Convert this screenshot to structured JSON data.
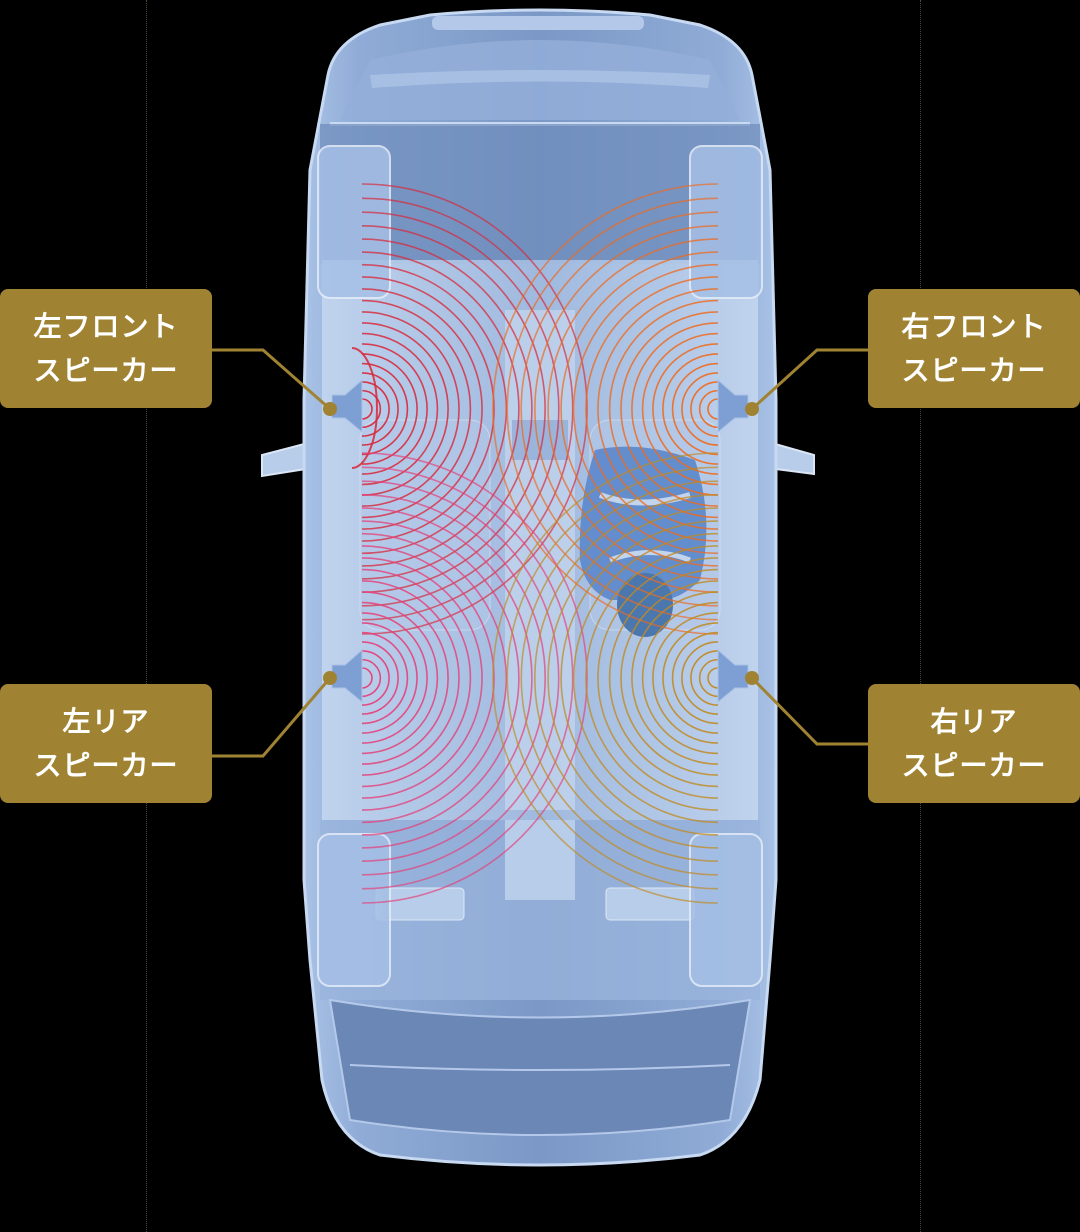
{
  "diagram": {
    "subject": "car-top-view-speaker-layout",
    "accent_color": "#A08332",
    "speakers": [
      {
        "id": "front-left",
        "line1": "左フロント",
        "line2": "スピーカー",
        "wave_color": "#d8283a"
      },
      {
        "id": "front-right",
        "line1": "右フロント",
        "line2": "スピーカー",
        "wave_color": "#ee6a1e"
      },
      {
        "id": "rear-left",
        "line1": "左リア",
        "line2": "スピーカー",
        "wave_color": "#e4407a"
      },
      {
        "id": "rear-right",
        "line1": "右リア",
        "line2": "スピーカー",
        "wave_color": "#c08a22"
      }
    ]
  }
}
